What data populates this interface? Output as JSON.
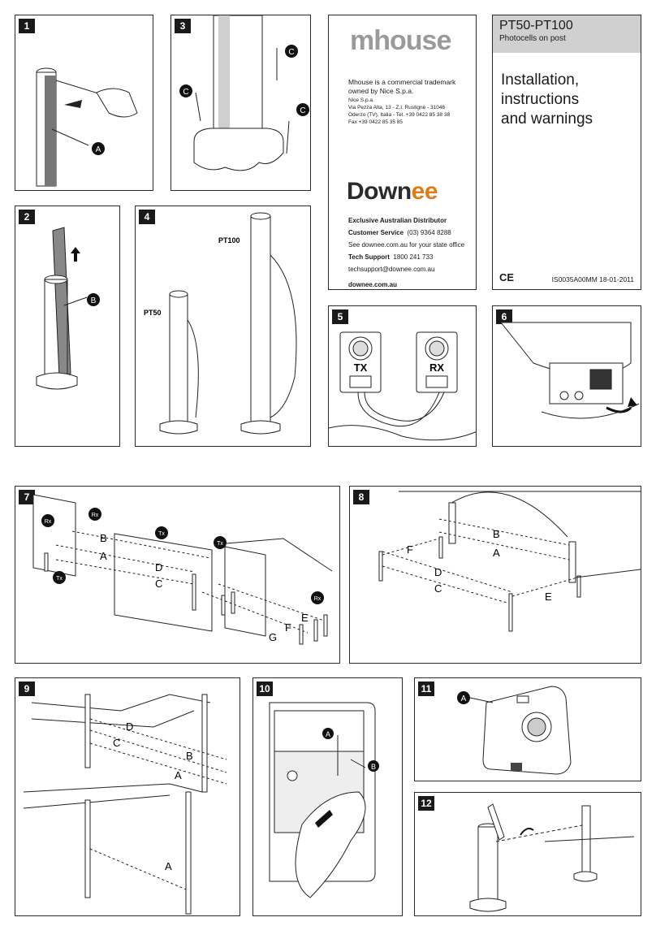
{
  "panels": {
    "p1": "1",
    "p2": "2",
    "p3": "3",
    "p4": "4",
    "p5": "5",
    "p6": "6",
    "p7": "7",
    "p8": "8",
    "p9": "9",
    "p10": "10",
    "p11": "11",
    "p12": "12"
  },
  "brand": {
    "logo": "mhouse",
    "trademark_line1": "Mhouse    is a commercial trademark",
    "trademark_line2": "owned by Nice S.p.a.",
    "address_line1": "Nice S.p.a.",
    "address_line2": "Via Pezza Alta, 13 - Z.I. Rustignè - 31046",
    "address_line3": "Oderzo (TV), Italia - Tel. +39 0422 85 38 38",
    "address_line4": "Fax +39 0422 85 35 85",
    "distributor_logo_main": "Down",
    "distributor_logo_accent": "ee",
    "exclusive": "Exclusive Australian Distributor",
    "customer_service_label": "Customer Service",
    "customer_service_phone": "(03) 9364 8288",
    "state_office": "See downee.com.au for your state office",
    "tech_support_label": "Tech Support",
    "tech_support_phone": "1800 241 733",
    "tech_email": "techsupport@downee.com.au",
    "website": "downee.com.au"
  },
  "title": {
    "model": "PT50-PT100",
    "subtitle": "Photocells on post",
    "main_line1": "Installation,",
    "main_line2": "instructions",
    "main_line3": "and warnings",
    "ce": "CE",
    "doc_code": "IS0035A00MM 18-01-2011"
  },
  "labels": {
    "A": "A",
    "B": "B",
    "C": "C",
    "D": "D",
    "E": "E",
    "F": "F",
    "G": "G",
    "TX": "TX",
    "RX": "RX",
    "Tx": "Tx",
    "Rx": "Rx",
    "PT50": "PT50",
    "PT100": "PT100"
  }
}
